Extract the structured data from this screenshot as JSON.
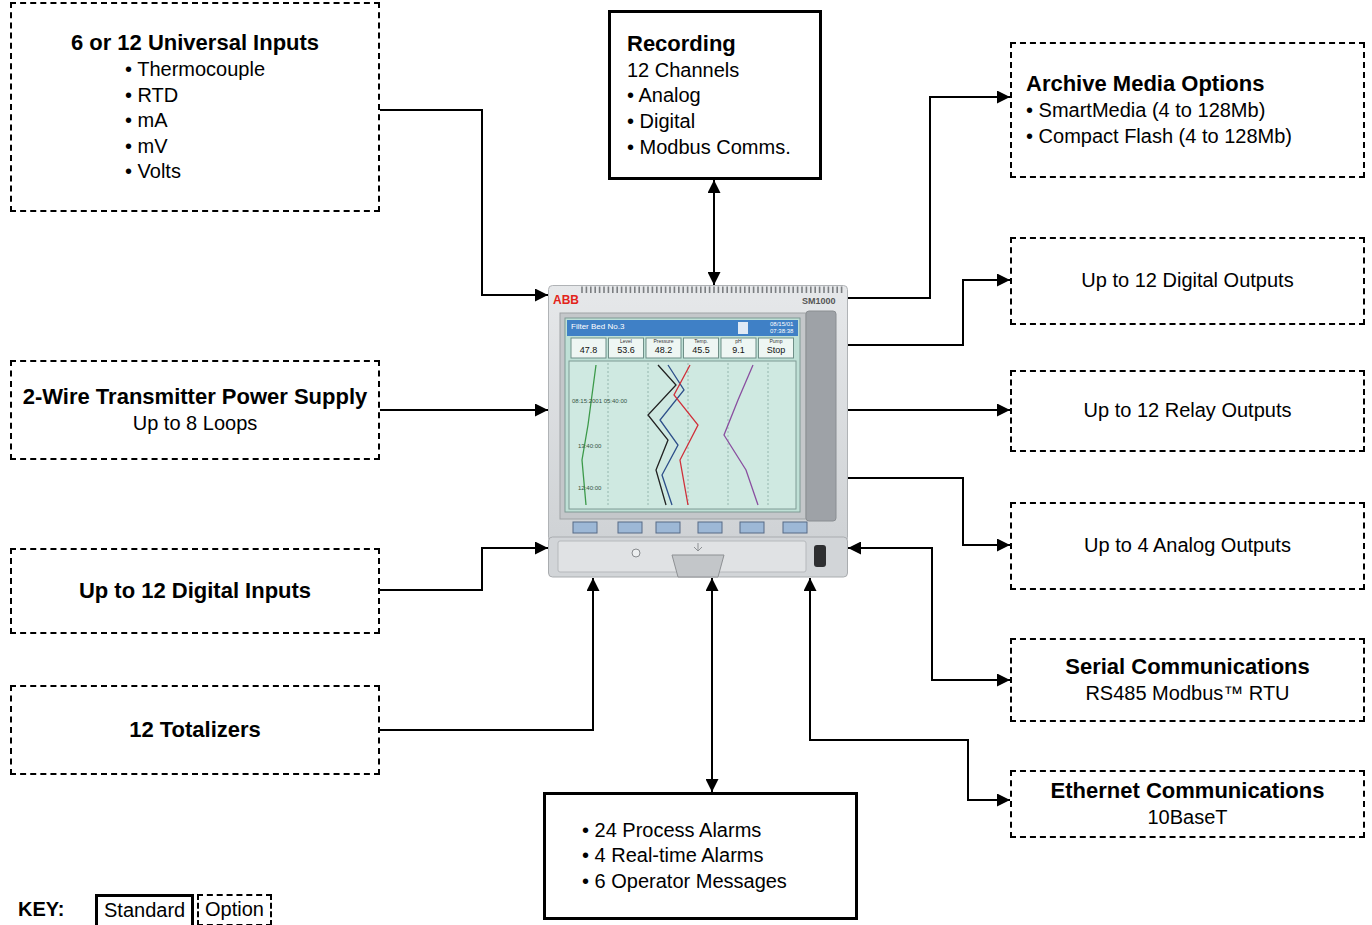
{
  "diagram": {
    "nodes": [
      {
        "text": [
          "6 or 12 Universal Inputs",
          "• Thermocouple",
          "• RTD",
          "• mA",
          "• mV",
          "• Volts"
        ]
      },
      {
        "text": [
          "Recording",
          "12 Channels",
          "• Analog",
          "• Digital",
          "• Modbus Comms."
        ]
      },
      {
        "text": [
          "Archive Media Options",
          "• SmartMedia (4 to 128Mb)",
          "• Compact Flash (4 to 128Mb)"
        ]
      },
      {
        "text": [
          "2-Wire Transmitter Power Supply",
          "Up to 8 Loops"
        ]
      },
      {
        "text": [
          "ABB",
          "SM1000"
        ]
      },
      {
        "text": [
          "Up to 12 Digital Outputs"
        ]
      },
      {
        "text": [
          "Up to 12 Relay Outputs"
        ]
      },
      {
        "text": [
          "Up to 12 Digital Inputs"
        ]
      },
      {
        "text": [
          "Up to 4 Analog Outputs"
        ]
      },
      {
        "text": [
          "12 Totalizers"
        ]
      },
      {
        "text": [
          "• 24 Process Alarms",
          "• 4 Real-time Alarms",
          "• 6 Operator Messages"
        ]
      },
      {
        "text": [
          "Serial Communications",
          "RS485 Modbus™ RTU"
        ]
      },
      {
        "text": [
          "Ethernet Communications",
          "10BaseT"
        ]
      }
    ],
    "edges": [
      {
        "from": 0,
        "to": 4,
        "arrow": "to"
      },
      {
        "from": 1,
        "to": 4,
        "arrow": "both"
      },
      {
        "from": 4,
        "to": 2,
        "arrow": "to"
      },
      {
        "from": 3,
        "to": 4,
        "arrow": "to"
      },
      {
        "from": 4,
        "to": 5,
        "arrow": "to"
      },
      {
        "from": 4,
        "to": 6,
        "arrow": "to"
      },
      {
        "from": 7,
        "to": 4,
        "arrow": "to"
      },
      {
        "from": 4,
        "to": 8,
        "arrow": "to"
      },
      {
        "from": 9,
        "to": 4,
        "arrow": "to"
      },
      {
        "from": 10,
        "to": 4,
        "arrow": "both"
      },
      {
        "from": 11,
        "to": 4,
        "arrow": "both"
      },
      {
        "from": 12,
        "to": 4,
        "arrow": "both"
      }
    ],
    "labels": [
      "Filter Bed No.3",
      "08/15/01",
      "07:38:38",
      "Level",
      "Pressure",
      "Temp.",
      "pH",
      "Pump",
      "47.8",
      "53.6",
      "48.2",
      "45.5",
      "9.1",
      "Stop",
      "08:15:2001 05:40:00",
      "13:40:00",
      "12:40:00",
      "KEY:"
    ],
    "legend": [
      {
        "text": "Standard"
      },
      {
        "text": "Option"
      }
    ]
  }
}
